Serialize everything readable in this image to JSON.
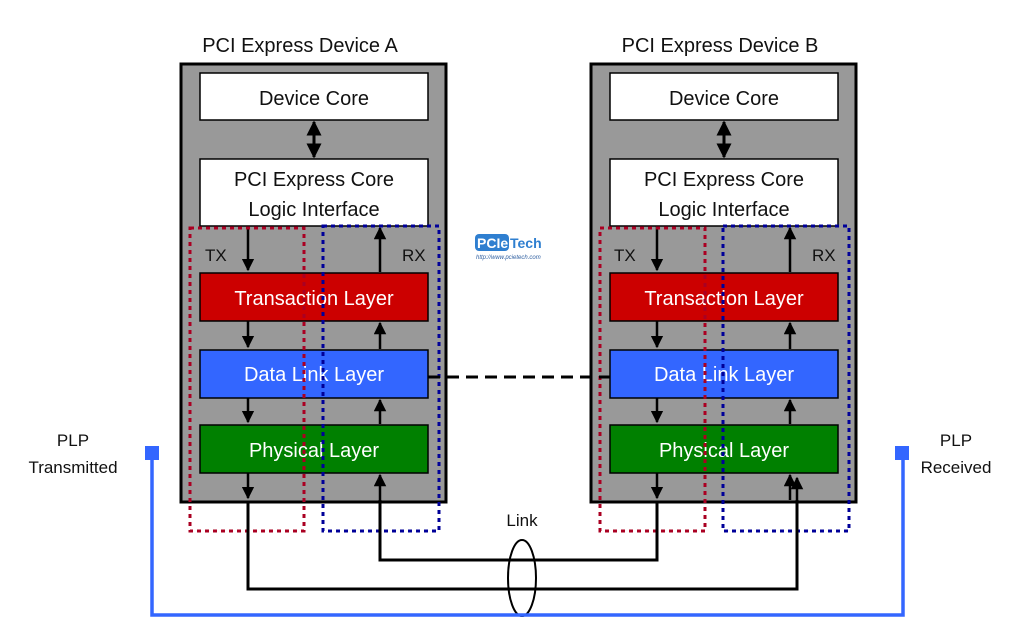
{
  "diagram": {
    "title": "PCI Express Layered Architecture",
    "devices": [
      {
        "id": "A",
        "title": "PCI Express Device A",
        "device_core": "Device Core",
        "core_logic_line1": "PCI Express Core",
        "core_logic_line2": "Logic Interface",
        "tx_label": "TX",
        "rx_label": "RX",
        "layers": [
          {
            "name": "Transaction Layer",
            "color": "#cc0000"
          },
          {
            "name": "Data Link Layer",
            "color": "#3366ff"
          },
          {
            "name": "Physical Layer",
            "color": "#008000"
          }
        ]
      },
      {
        "id": "B",
        "title": "PCI Express Device B",
        "device_core": "Device Core",
        "core_logic_line1": "PCI Express Core",
        "core_logic_line2": "Logic Interface",
        "tx_label": "TX",
        "rx_label": "RX",
        "layers": [
          {
            "name": "Transaction Layer",
            "color": "#cc0000"
          },
          {
            "name": "Data Link Layer",
            "color": "#3366ff"
          },
          {
            "name": "Physical Layer",
            "color": "#008000"
          }
        ]
      }
    ],
    "link_label": "Link",
    "plp_left_line1": "PLP",
    "plp_left_line2": "Transmitted",
    "plp_right_line1": "PLP",
    "plp_right_line2": "Received",
    "logo_text_a": "PCIe",
    "logo_text_b": "Tech",
    "logo_url": "http://www.pcietech.com",
    "colors": {
      "device_fill": "#999999",
      "tx_outline": "#aa0022",
      "rx_outline": "#000099",
      "plp_path": "#3366ff"
    }
  }
}
